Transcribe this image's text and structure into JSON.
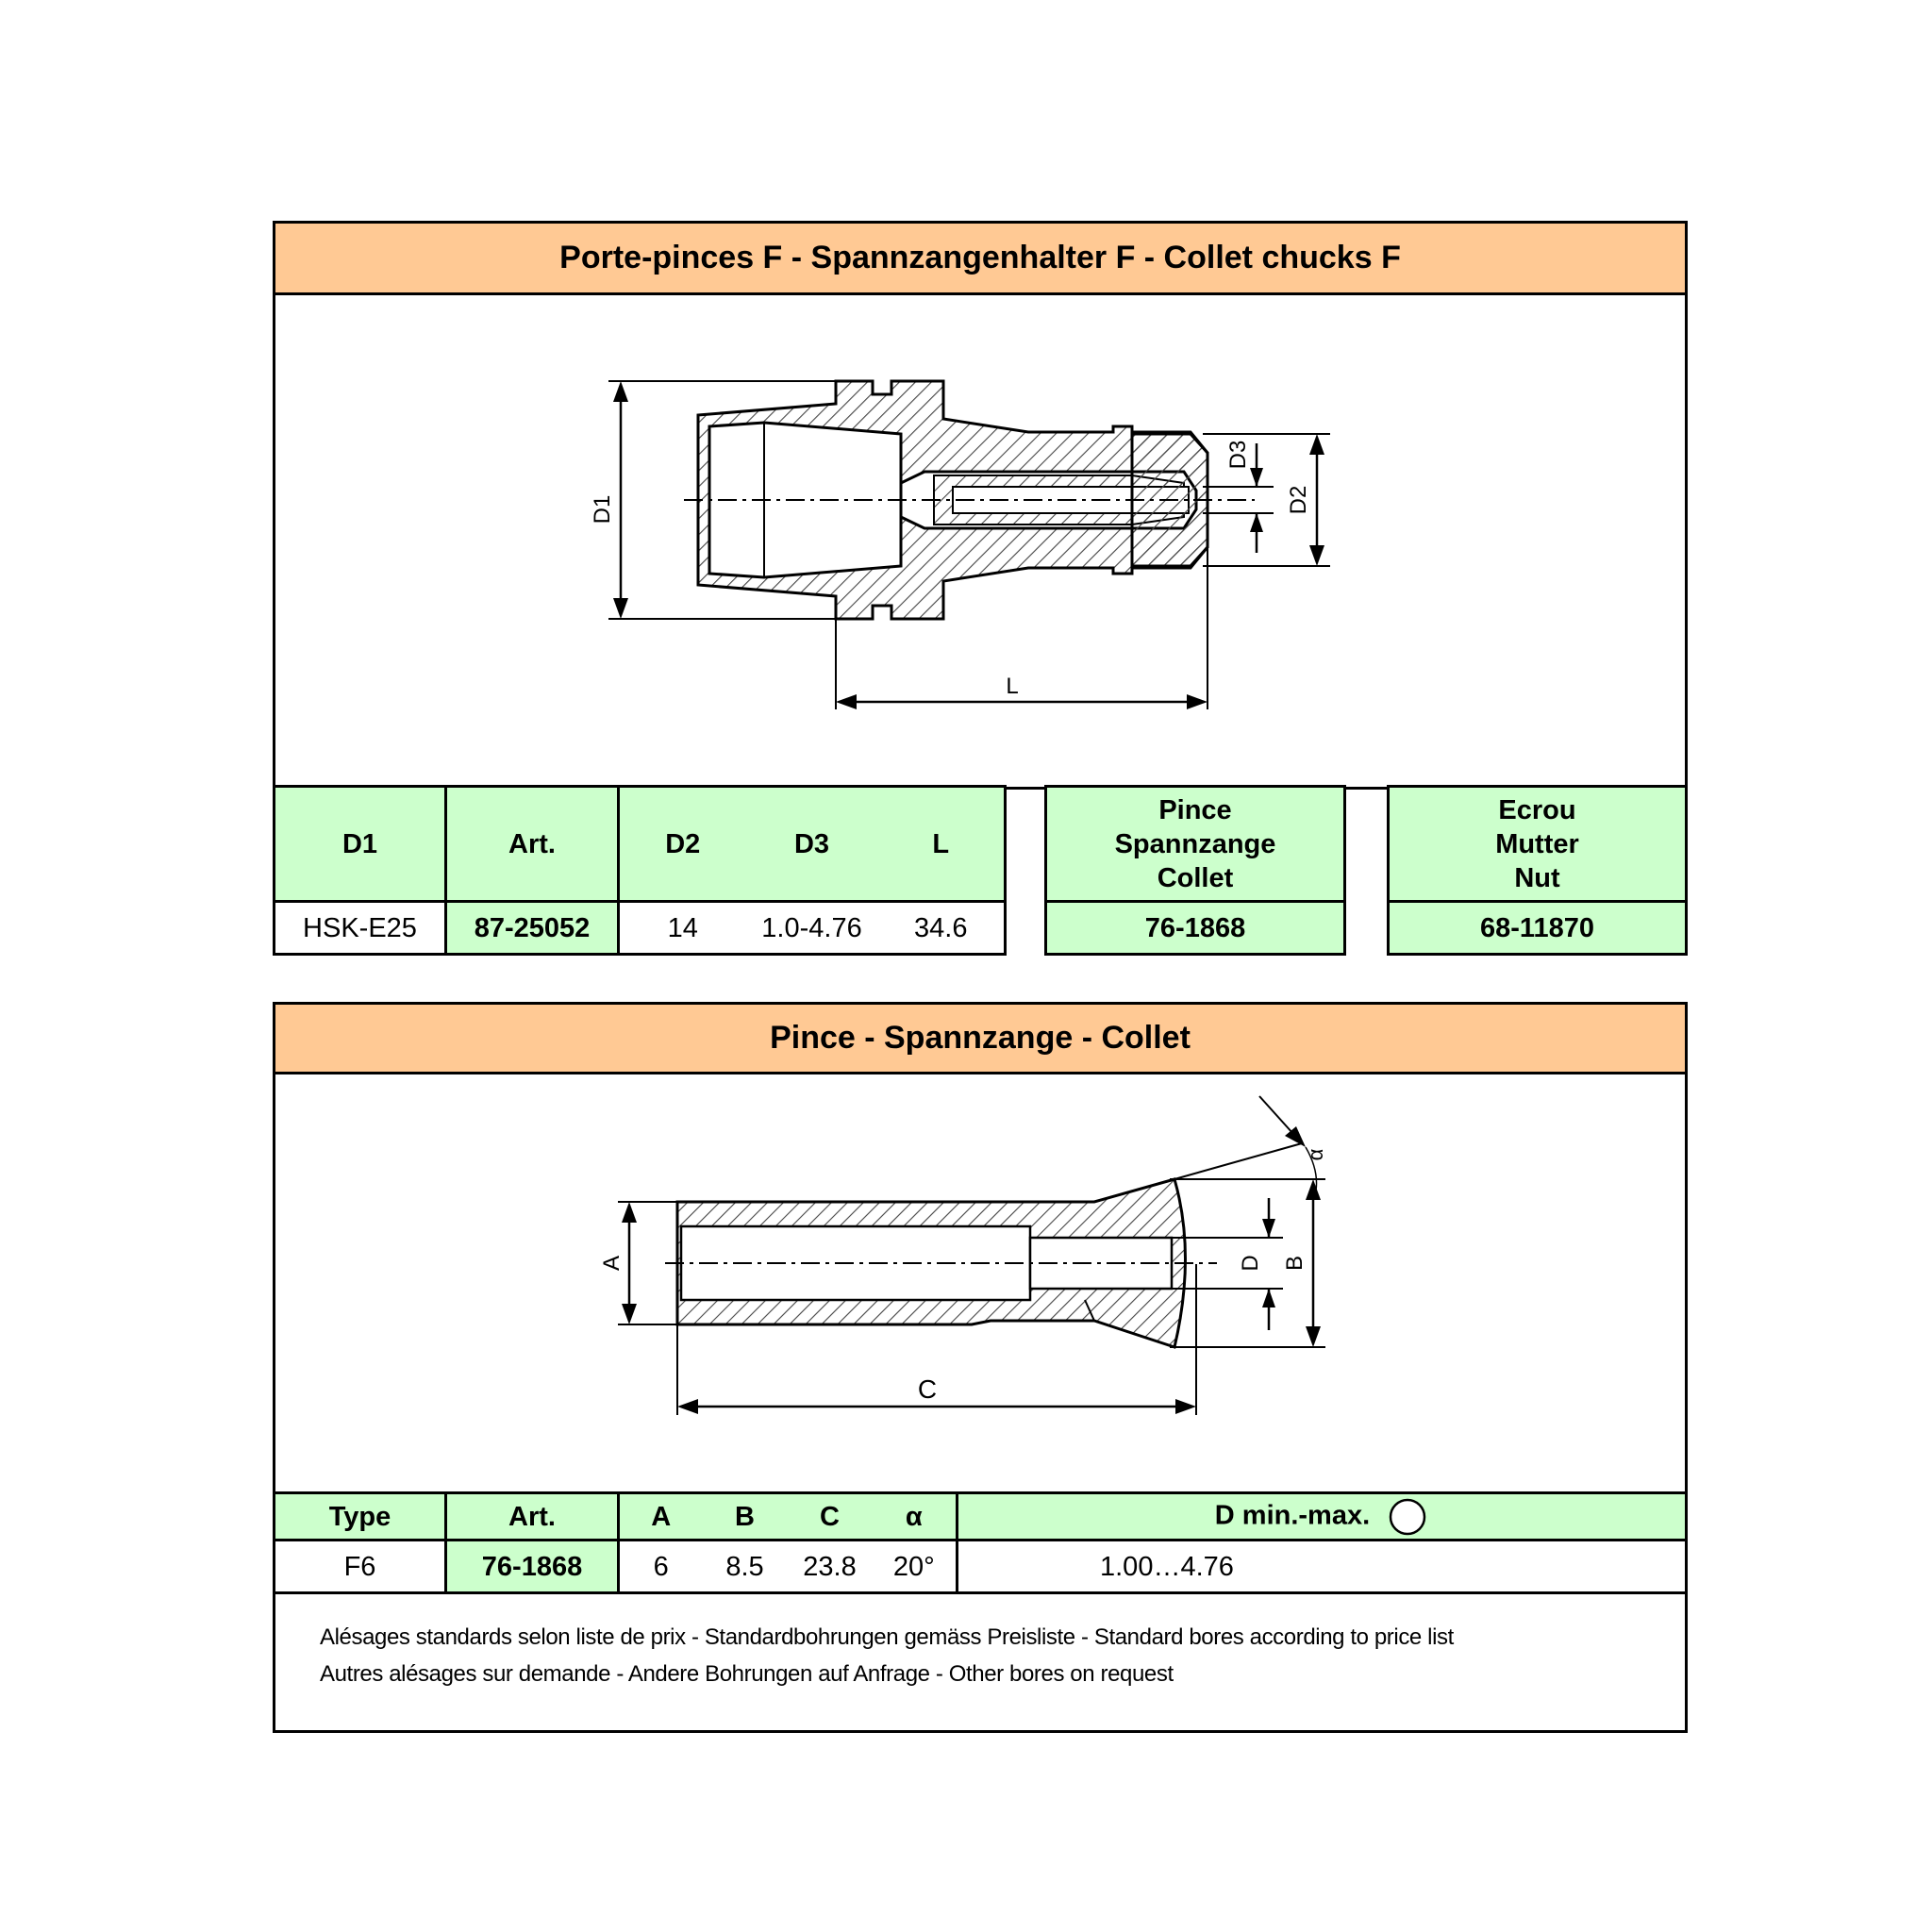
{
  "chuck": {
    "title": "Porte-pinces F - Spannzangenhalter F - Collet chucks F",
    "drawing_labels": {
      "d1": "D1",
      "d2": "D2",
      "d3": "D3",
      "l": "L"
    },
    "table": {
      "headers": {
        "d1": "D1",
        "art": "Art.",
        "d2": "D2",
        "d3": "D3",
        "l": "L"
      },
      "row": {
        "d1": "HSK-E25",
        "art": "87-25052",
        "d2": "14",
        "d3": "1.0-4.76",
        "l": "34.6"
      }
    },
    "collet_box": {
      "line1": "Pince",
      "line2": "Spannzange",
      "line3": "Collet",
      "value": "76-1868"
    },
    "nut_box": {
      "line1": "Ecrou",
      "line2": "Mutter",
      "line3": "Nut",
      "value": "68-11870"
    }
  },
  "collet": {
    "title": "Pince - Spannzange - Collet",
    "drawing_labels": {
      "a": "A",
      "b": "B",
      "c": "C",
      "d": "D",
      "alpha": "α"
    },
    "table": {
      "headers": {
        "type": "Type",
        "art": "Art.",
        "a": "A",
        "b": "B",
        "c": "C",
        "alpha": "α",
        "dminmax": "D min.-max."
      },
      "row": {
        "type": "F6",
        "art": "76-1868",
        "a": "6",
        "b": "8.5",
        "c": "23.8",
        "alpha": "20°",
        "dminmax": "1.00…4.76"
      }
    },
    "notes": [
      "Alésages standards selon liste de prix - Standardbohrungen gemäss Preisliste - Standard bores according to price list",
      "Autres alésages sur demande - Andere Bohrungen auf Anfrage - Other bores on request"
    ]
  },
  "colors": {
    "header_orange": "#ffc994",
    "cell_green": "#ccffcc"
  },
  "icons": [
    "diameter-circle-icon"
  ]
}
